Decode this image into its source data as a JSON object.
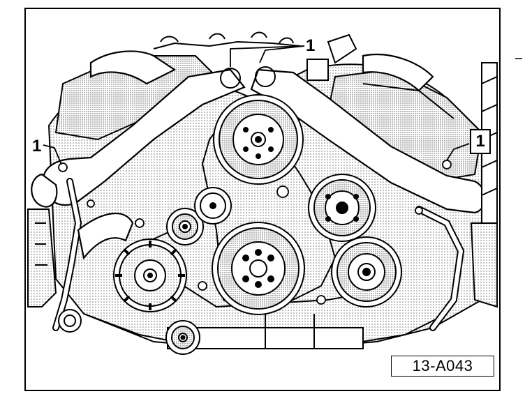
{
  "diagram": {
    "callouts": [
      "1",
      "1",
      "1"
    ],
    "figure_code": "13-A043"
  },
  "colors": {
    "ink": "#000000",
    "paper": "#ffffff",
    "shade": "#9a9a9a"
  }
}
